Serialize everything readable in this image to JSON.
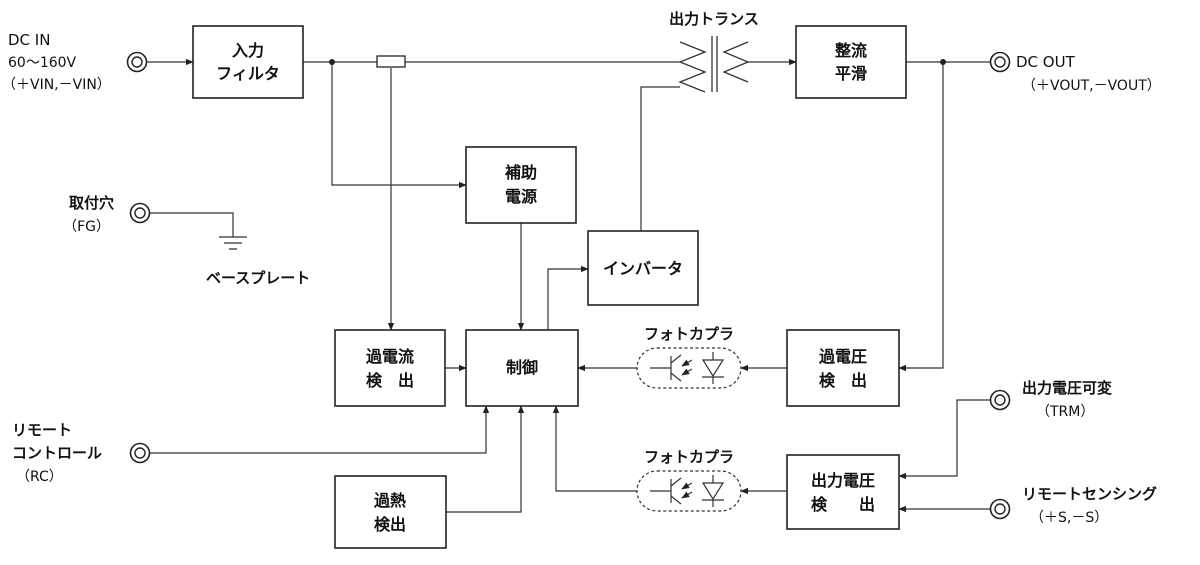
{
  "terminals": {
    "dc_in": {
      "title": "DC IN",
      "line2": "60〜160V",
      "line3": "（＋VIN,－VIN）"
    },
    "dc_out": {
      "title": "DC OUT",
      "line2": "（＋VOUT,－VOUT）"
    },
    "fg": {
      "line1": "取付穴",
      "line2": "（FG）"
    },
    "base_plate": "ベースプレート",
    "remote_control": {
      "line1": "リモート",
      "line2": "コントロール",
      "line3": "（RC）"
    },
    "trm": {
      "line1": "出力電圧可変",
      "line2": "（TRM）"
    },
    "remote_sensing": {
      "line1": "リモートセンシング",
      "line2": "（＋S,－S）"
    }
  },
  "blocks": {
    "input_filter": [
      "入力",
      "フィルタ"
    ],
    "rectifier_smoothing": [
      "整流",
      "平滑"
    ],
    "aux_power": [
      "補助",
      "電源"
    ],
    "inverter": [
      "インバータ"
    ],
    "overcurrent_detect": [
      "過電流",
      "検　出"
    ],
    "control": [
      "制御"
    ],
    "overvoltage_detect": [
      "過電圧",
      "検　出"
    ],
    "overheat_detect": [
      "過熱",
      "検出"
    ],
    "output_voltage_detect": [
      "出力電圧",
      "検　　出"
    ]
  },
  "labels": {
    "output_transformer": "出力トランス",
    "photocoupler_top": "フォトカプラ",
    "photocoupler_bottom": "フォトカプラ"
  },
  "colors": {
    "line": "#333333",
    "box_stroke": "#222222",
    "text": "#111111"
  }
}
